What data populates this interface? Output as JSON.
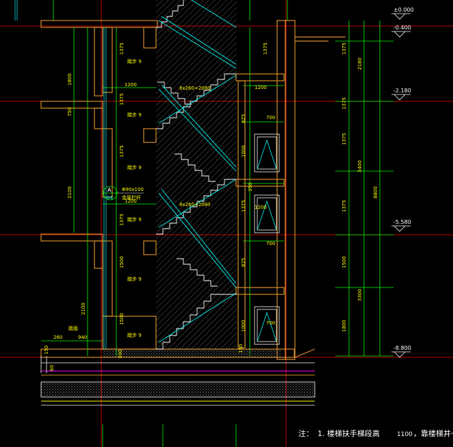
{
  "colors": {
    "background": "#000000",
    "grid_red": "#ff0000",
    "dim_green": "#00ff00",
    "wall_orange": "#d8902a",
    "stair_cyan": "#00ffff",
    "text_yellow": "#ffff00",
    "text_white": "#ffffff",
    "accent_magenta": "#ff00ff"
  },
  "levels": {
    "l1": "±0.000",
    "l2": "-0.400",
    "l3": "-2.180",
    "l4": "-5.580",
    "l5": "-8.800"
  },
  "right_dims": {
    "c1": [
      "1375",
      "1375",
      "1375",
      "1375",
      "1800"
    ],
    "c2": [
      "2180",
      "3400",
      "3300"
    ],
    "c3": "8800"
  },
  "left_dims": {
    "a": [
      "1375",
      "1375",
      "1375",
      "1500",
      "1500"
    ],
    "b": [
      "1800",
      "750",
      "2100",
      "2100"
    ],
    "c": [
      "1375",
      "825",
      "1000",
      "350",
      "1375",
      "825",
      "1000"
    ]
  },
  "stair_notes": {
    "n1": "踏步 9",
    "n2": "踏步 9",
    "n3": "踏步 9",
    "n4": "踏步 9",
    "n5": "踏步 9",
    "n6": "踏步 9",
    "flight1": "8x260=2080",
    "flight2": "8x260=2080"
  },
  "landing_dims": {
    "w1": "1200",
    "w2": "1200",
    "w3": "1200",
    "w4": "1200",
    "win1": "700",
    "win2": "700",
    "win3": "700"
  },
  "callout": {
    "letter": "A",
    "number": "64",
    "size": "Φ90x100",
    "label": "金属栏杆"
  },
  "bottom_dims": {
    "d1": "260",
    "d2": "940",
    "d3": "踏面",
    "d4": "150",
    "d5": "60",
    "d6": "300",
    "d7": "150"
  },
  "note": {
    "prefix": "注：",
    "item": "1. 楼梯扶手梯段高",
    "value": "1100",
    "rest": "，靠楼梯井一"
  }
}
